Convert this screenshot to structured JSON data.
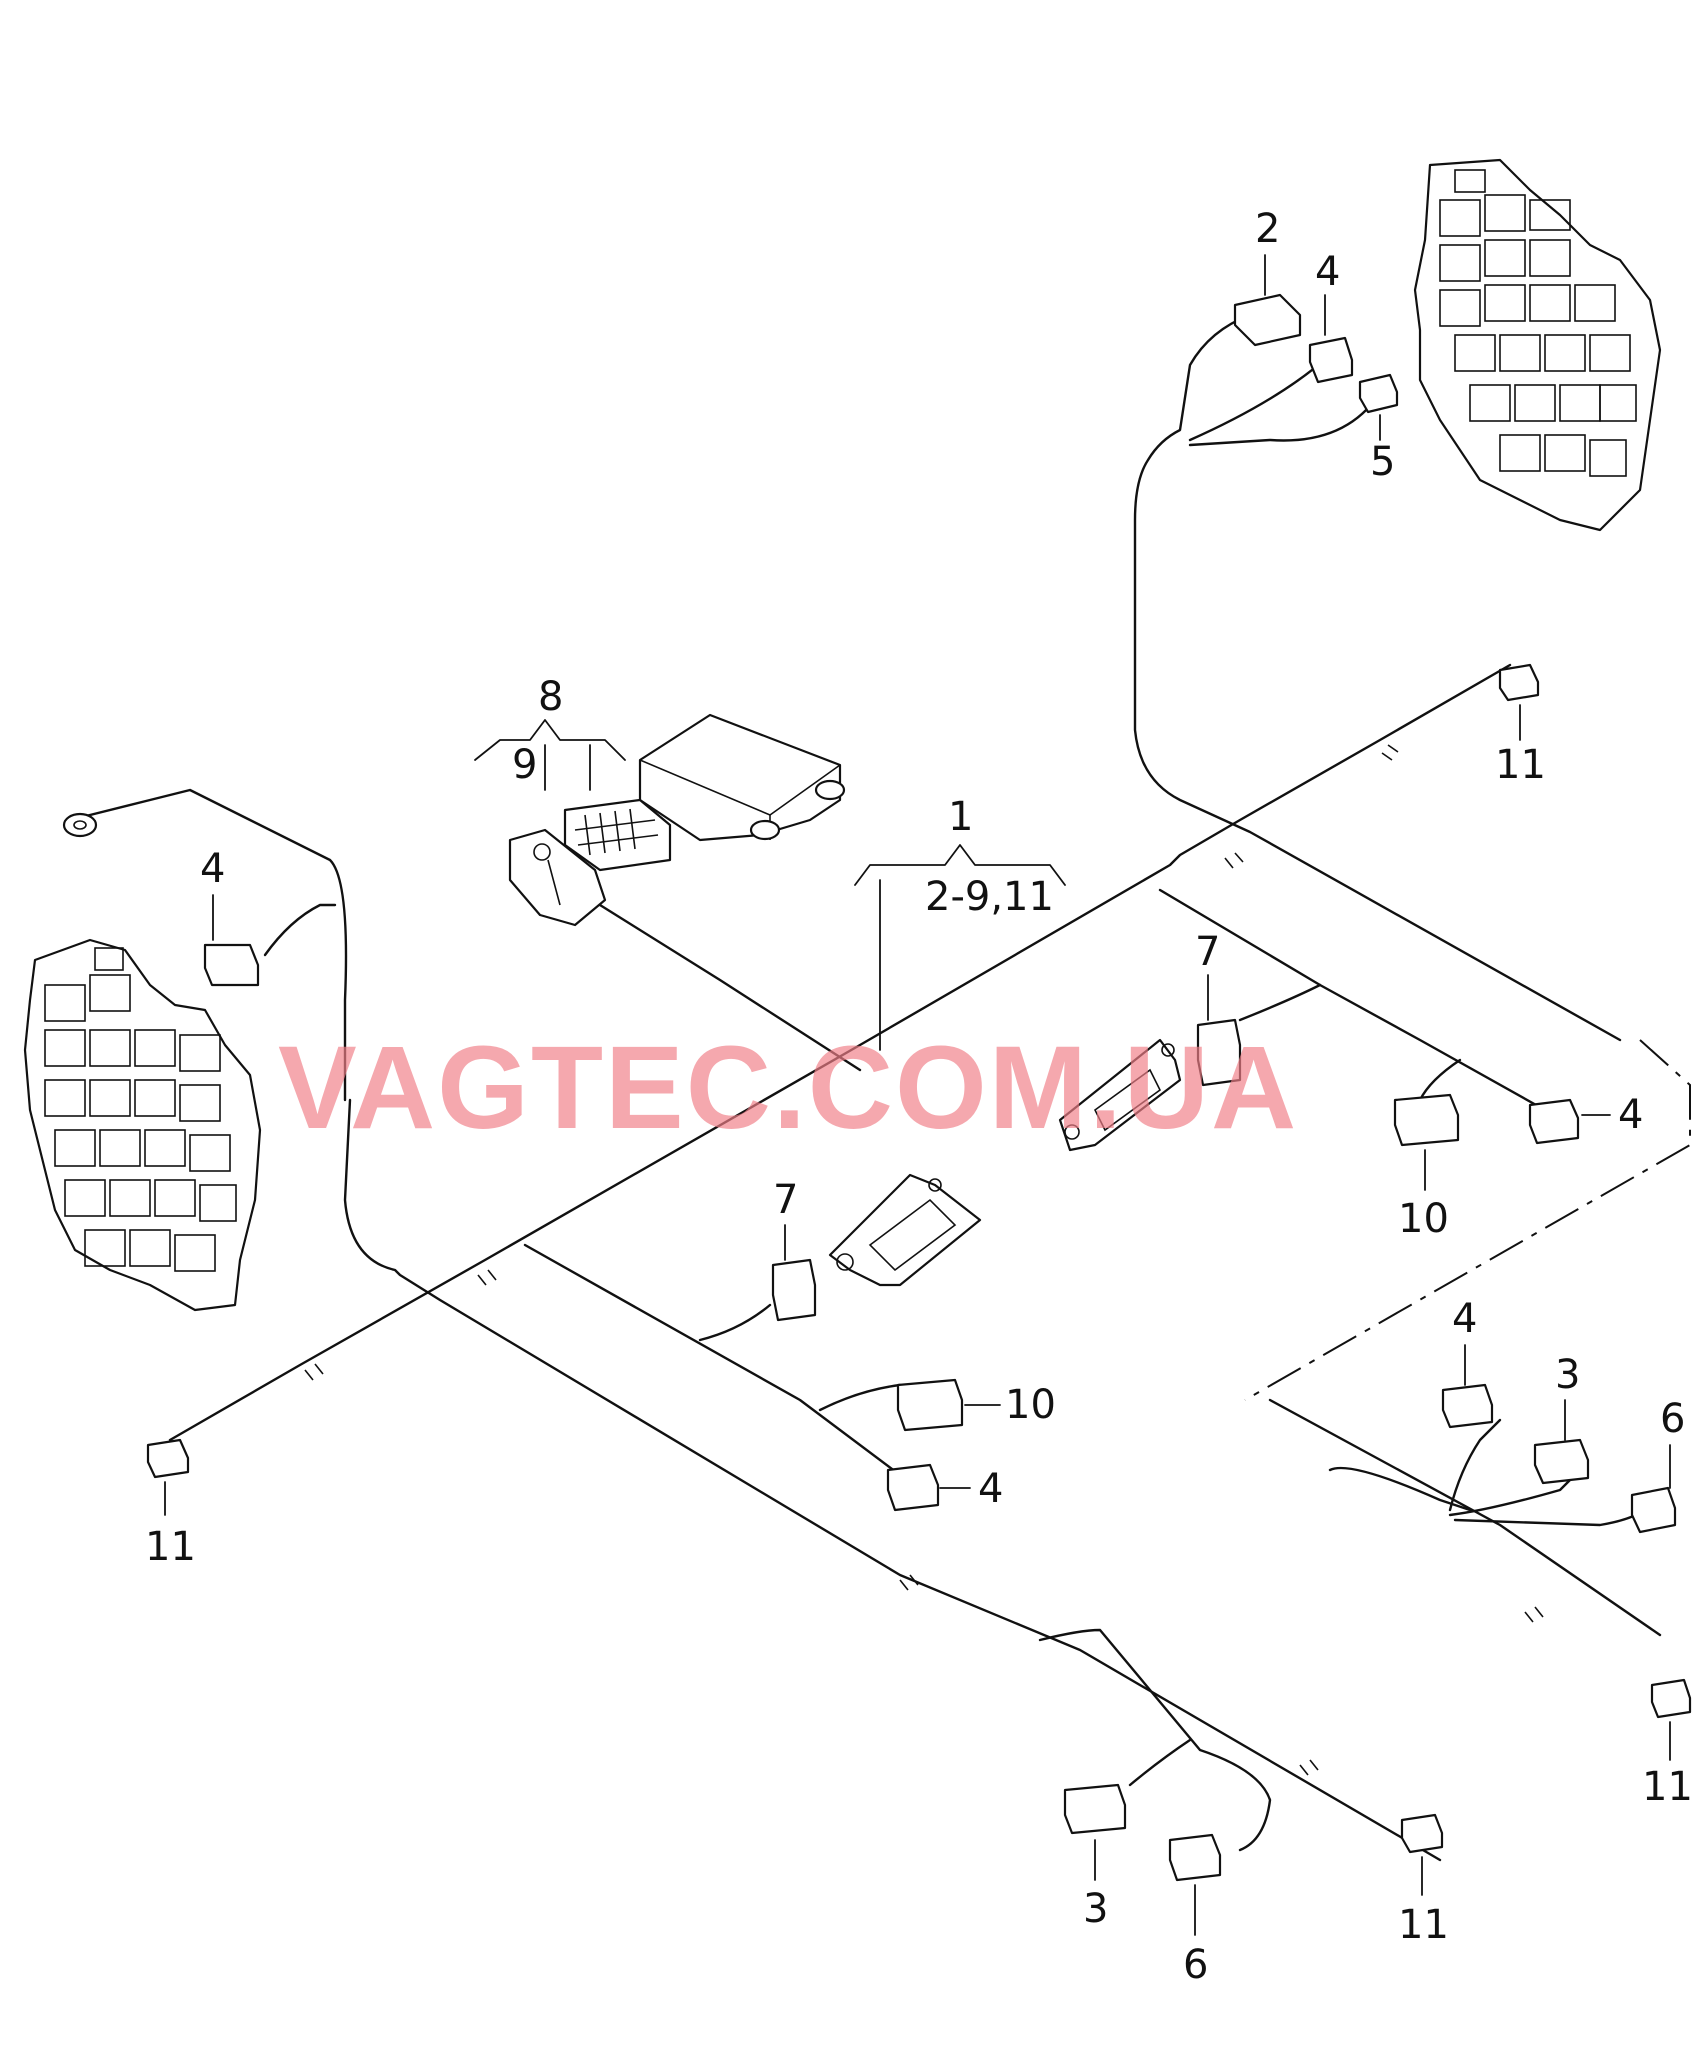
{
  "watermark": "VAGTEC.COM.UA",
  "callouts": [
    {
      "id": "c2a",
      "text": "2"
    },
    {
      "id": "c4a",
      "text": "4"
    },
    {
      "id": "c5a",
      "text": "5"
    },
    {
      "id": "c8",
      "text": "8"
    },
    {
      "id": "c9",
      "text": "9"
    },
    {
      "id": "c1",
      "text": "1"
    },
    {
      "id": "c1r",
      "text": "2-9,11"
    },
    {
      "id": "c11a",
      "text": "11"
    },
    {
      "id": "c4b",
      "text": "4"
    },
    {
      "id": "c7a",
      "text": "7"
    },
    {
      "id": "c4c",
      "text": "4"
    },
    {
      "id": "c10a",
      "text": "10"
    },
    {
      "id": "c7b",
      "text": "7"
    },
    {
      "id": "c10b",
      "text": "10"
    },
    {
      "id": "c4d",
      "text": "4"
    },
    {
      "id": "c11b",
      "text": "11"
    },
    {
      "id": "c4e",
      "text": "4"
    },
    {
      "id": "c3a",
      "text": "3"
    },
    {
      "id": "c6a",
      "text": "6"
    },
    {
      "id": "c11c",
      "text": "11"
    },
    {
      "id": "c3b",
      "text": "3"
    },
    {
      "id": "c6b",
      "text": "6"
    },
    {
      "id": "c11d",
      "text": "11"
    }
  ],
  "colors": {
    "line": "#111111",
    "watermark": "#f07f87",
    "background": "#ffffff"
  }
}
